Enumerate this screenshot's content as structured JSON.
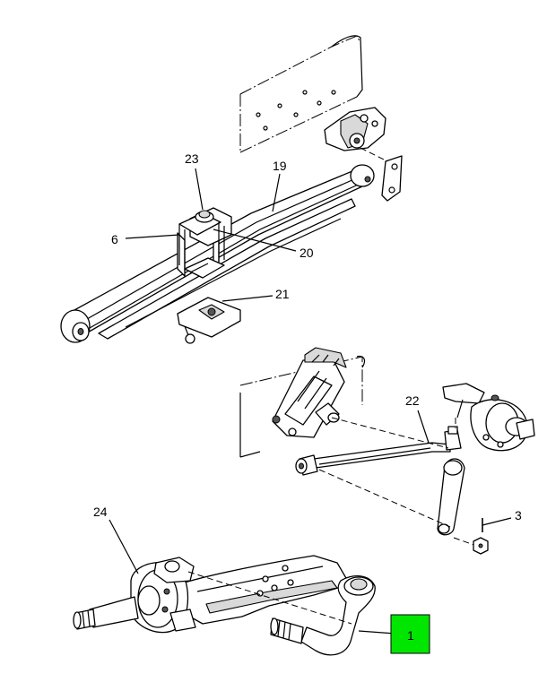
{
  "callouts": {
    "c23": "23",
    "c19": "19",
    "c6": "6",
    "c20": "20",
    "c21": "21",
    "c22": "22",
    "c3": "3",
    "c24": "24",
    "c1": "1"
  },
  "colors": {
    "highlight": "#00e600",
    "line": "#000000",
    "background": "#ffffff"
  }
}
